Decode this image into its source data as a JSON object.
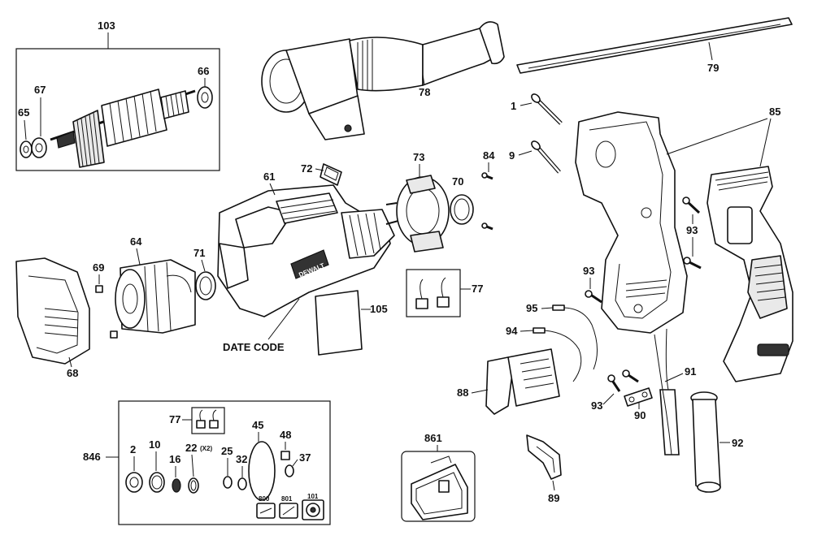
{
  "labels": {
    "p1": "1",
    "p2": "2",
    "p9": "9",
    "p10": "10",
    "p16": "16",
    "p22": "22",
    "p22_qty": "(X2)",
    "p25": "25",
    "p32": "32",
    "p37": "37",
    "p45": "45",
    "p48": "48",
    "p61": "61",
    "p64": "64",
    "p65": "65",
    "p66": "66",
    "p67": "67",
    "p68": "68",
    "p69": "69",
    "p70": "70",
    "p71": "71",
    "p72": "72",
    "p73": "73",
    "p77a": "77",
    "p77b": "77",
    "p78": "78",
    "p79": "79",
    "p84": "84",
    "p85": "85",
    "p88": "88",
    "p89": "89",
    "p90": "90",
    "p91": "91",
    "p92": "92",
    "p93a": "93",
    "p93b": "93",
    "p93c": "93",
    "p94": "94",
    "p95": "95",
    "p101": "101",
    "p103": "103",
    "p105": "105",
    "p800": "800",
    "p801": "801",
    "p846": "846",
    "p861": "861",
    "date_code": "DATE CODE",
    "brand": "DEWALT"
  }
}
